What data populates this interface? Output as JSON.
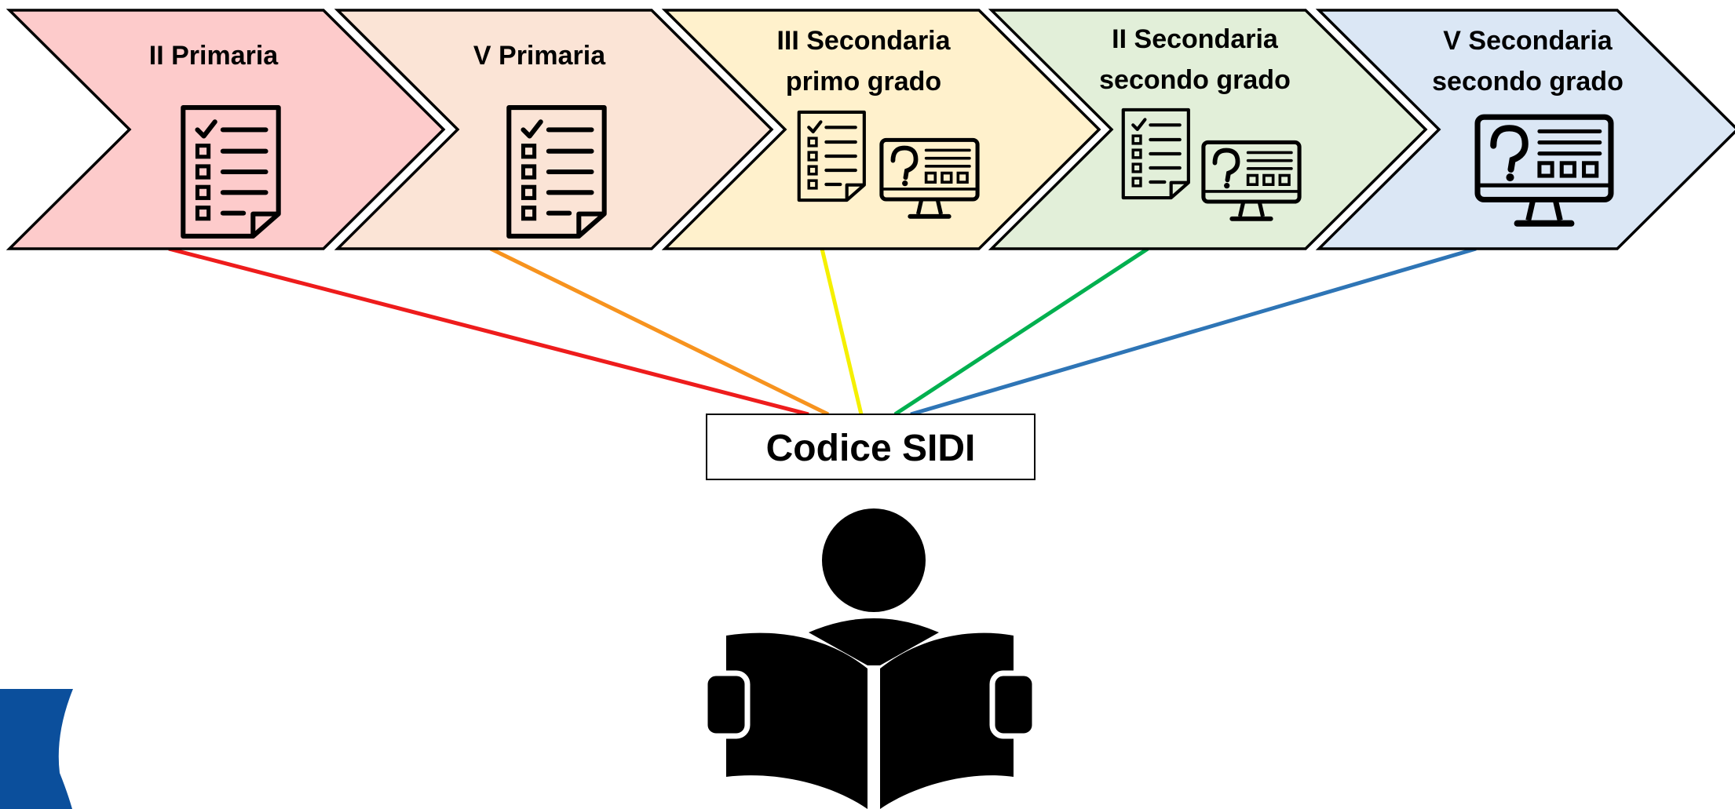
{
  "stages": [
    {
      "title_lines": [
        "II Primaria"
      ],
      "fill": "#fdcbcb",
      "line_color": "#ee1c1c",
      "icons": [
        "checklist-icon"
      ]
    },
    {
      "title_lines": [
        "V Primaria"
      ],
      "fill": "#fbe4d6",
      "line_color": "#f7931e",
      "icons": [
        "checklist-icon"
      ]
    },
    {
      "title_lines": [
        "III Secondaria",
        "primo grado"
      ],
      "fill": "#fff1cc",
      "line_color": "#f5f000",
      "icons": [
        "checklist-icon",
        "computer-quiz-icon"
      ]
    },
    {
      "title_lines": [
        "II Secondaria",
        "secondo grado"
      ],
      "fill": "#e2efd9",
      "line_color": "#00b04f",
      "icons": [
        "checklist-icon",
        "computer-quiz-icon"
      ]
    },
    {
      "title_lines": [
        "V Secondaria",
        "secondo grado"
      ],
      "fill": "#dbe7f5",
      "line_color": "#2e75b6",
      "icons": [
        "computer-quiz-icon"
      ]
    }
  ],
  "code_box": {
    "label": "Codice SIDI"
  },
  "student_icon": "student-reading-icon",
  "logo_icon": "institutional-logo-icon",
  "colors": {
    "stroke": "#000000",
    "logo_blue": "#0b4f9c"
  }
}
